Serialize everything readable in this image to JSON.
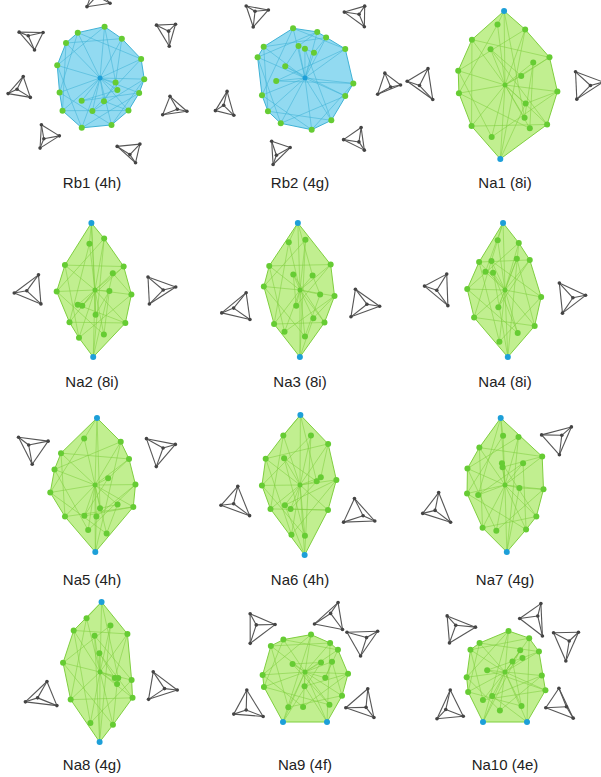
{
  "diagram": {
    "labels": [
      "Rb1 (4h)",
      "Rb2 (4g)",
      "Na1 (8i)",
      "Na2 (8i)",
      "Na3 (8i)",
      "Na4 (8i)",
      "Na5 (4h)",
      "Na6 (4h)",
      "Na7 (4g)",
      "Na8 (4g)",
      "Na9 (4f)",
      "Na10 (4e)"
    ]
  }
}
